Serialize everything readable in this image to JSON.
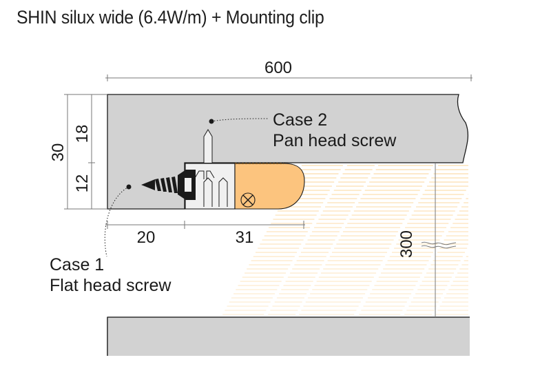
{
  "title": "SHIN silux wide (6.4W/m) + Mounting clip",
  "dimensions": {
    "width_top": "600",
    "height_total": "30",
    "height_upper": "18",
    "height_lower": "12",
    "depth_wall": "20",
    "depth_profile": "31",
    "drop": "300"
  },
  "case1": {
    "title": "Case 1",
    "subtitle": "Flat head screw"
  },
  "case2": {
    "title": "Case 2",
    "subtitle": "Pan head screw"
  },
  "colors": {
    "slab": "#d2d2d2",
    "slab_stroke": "#1a1a1a",
    "clip": "#f0f0f0",
    "led_profile": "#fcc47e",
    "light_lines": "#fde6c2",
    "dim_line": "#777777"
  }
}
